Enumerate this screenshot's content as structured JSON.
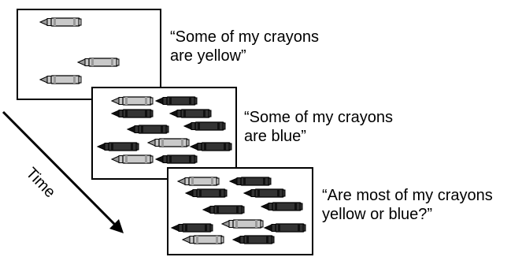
{
  "colors": {
    "yellow_crayon": "#c9c9c9",
    "yellow_crayon_band": "#9a9a9a",
    "blue_crayon": "#333333",
    "blue_crayon_band": "#111111",
    "outline": "#000000"
  },
  "time_label": "Time",
  "panels": [
    {
      "caption": "“Some of my crayons\nare yellow”",
      "crayons": [
        {
          "color": "yellow"
        },
        {
          "color": "yellow"
        },
        {
          "color": "yellow"
        }
      ]
    },
    {
      "caption": "“Some of my crayons\nare blue”",
      "crayons": [
        {
          "color": "yellow"
        },
        {
          "color": "blue"
        },
        {
          "color": "blue"
        },
        {
          "color": "blue"
        },
        {
          "color": "blue"
        },
        {
          "color": "blue"
        },
        {
          "color": "blue"
        },
        {
          "color": "yellow"
        },
        {
          "color": "blue"
        },
        {
          "color": "yellow"
        },
        {
          "color": "blue"
        }
      ]
    },
    {
      "caption": "“Are most of my crayons\nyellow or blue?”",
      "crayons": [
        {
          "color": "yellow"
        },
        {
          "color": "blue"
        },
        {
          "color": "blue"
        },
        {
          "color": "blue"
        },
        {
          "color": "blue"
        },
        {
          "color": "blue"
        },
        {
          "color": "blue"
        },
        {
          "color": "yellow"
        },
        {
          "color": "blue"
        },
        {
          "color": "yellow"
        },
        {
          "color": "blue"
        }
      ]
    }
  ]
}
